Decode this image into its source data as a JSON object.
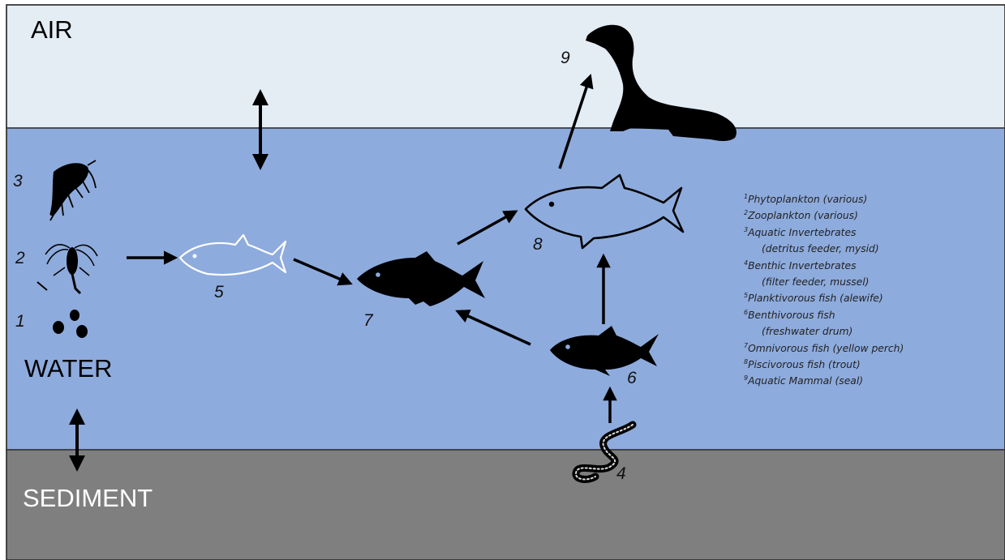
{
  "zones": {
    "air": "AIR",
    "water": "WATER",
    "sediment": "SEDIMENT"
  },
  "numbers": {
    "n1": "1",
    "n2": "2",
    "n3": "3",
    "n4": "4",
    "n5": "5",
    "n6": "6",
    "n7": "7",
    "n8": "8",
    "n9": "9"
  },
  "legend": [
    {
      "sup": "1",
      "text": "Phytoplankton  (various)"
    },
    {
      "sup": "2",
      "text": "Zooplankton  (various)"
    },
    {
      "sup": "3",
      "text": "Aquatic Invertebrates"
    },
    {
      "sup": "",
      "text": "(detritus feeder, mysid)"
    },
    {
      "sup": "4",
      "text": "Benthic Invertebrates"
    },
    {
      "sup": "",
      "text": "(filter feeder, mussel)"
    },
    {
      "sup": "5",
      "text": "Planktivorous fish (alewife)"
    },
    {
      "sup": "6",
      "text": "Benthivorous fish"
    },
    {
      "sup": "",
      "text": "(freshwater drum)"
    },
    {
      "sup": "7",
      "text": "Omnivorous fish (yellow perch)"
    },
    {
      "sup": "8",
      "text": "Piscivorous fish (trout)"
    },
    {
      "sup": "9",
      "text": "Aquatic Mammal (seal)"
    }
  ],
  "colors": {
    "air": "#e4ecf4",
    "water": "#8eabdd",
    "sediment": "#7f7f7f",
    "organism": "#000000"
  },
  "icons": [
    "phytoplankton-icon",
    "zooplankton-icon",
    "amphipod-icon",
    "worm-icon",
    "alewife-icon",
    "drum-icon",
    "perch-icon",
    "trout-icon",
    "seal-icon"
  ]
}
